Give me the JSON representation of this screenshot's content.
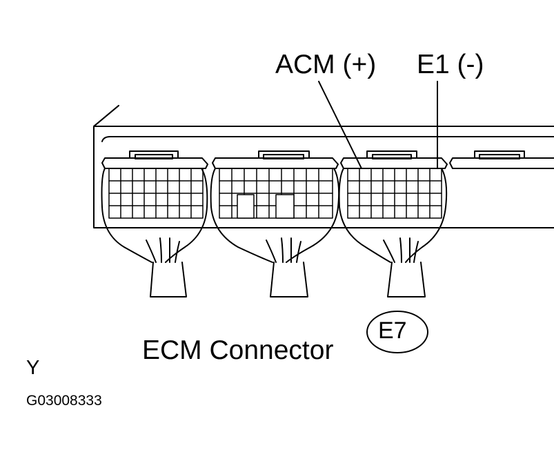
{
  "labels": {
    "acm_terminal": "ACM (+)",
    "e1_terminal": "E1  (-)",
    "connector_caption": "ECM Connector",
    "connector_id": "E7",
    "corner_mark": "Y",
    "figure_code": "G03008333"
  },
  "colors": {
    "line": "#000000",
    "background": "#ffffff"
  }
}
